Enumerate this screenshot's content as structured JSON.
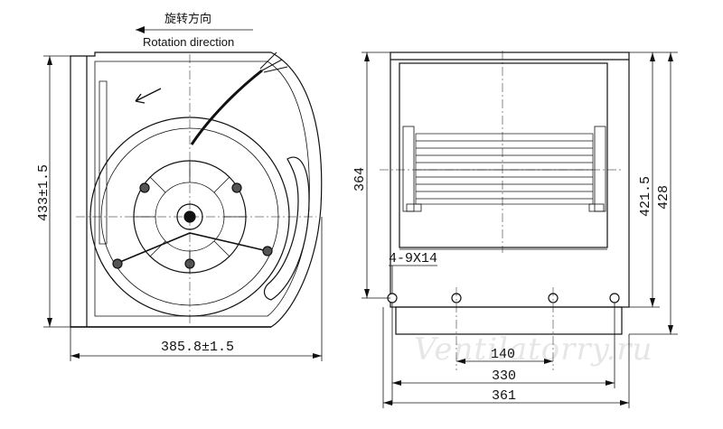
{
  "annotations": {
    "rotation_cn": "旋转方向",
    "rotation_en": "Rotation direction"
  },
  "front_view": {
    "height_dim": "433±1.5",
    "width_dim": "385.8±1.5"
  },
  "side_view": {
    "inner_height_dim": "364",
    "height_dim_1": "421.5",
    "height_dim_2": "428",
    "hole_spec": "4-9X14",
    "hole_spacing_1": "140",
    "hole_spacing_2": "330",
    "overall_width": "361"
  },
  "watermark": "Ventilatorry.ru",
  "colors": {
    "line": "#111111",
    "watermark": "#e6e6e6"
  }
}
